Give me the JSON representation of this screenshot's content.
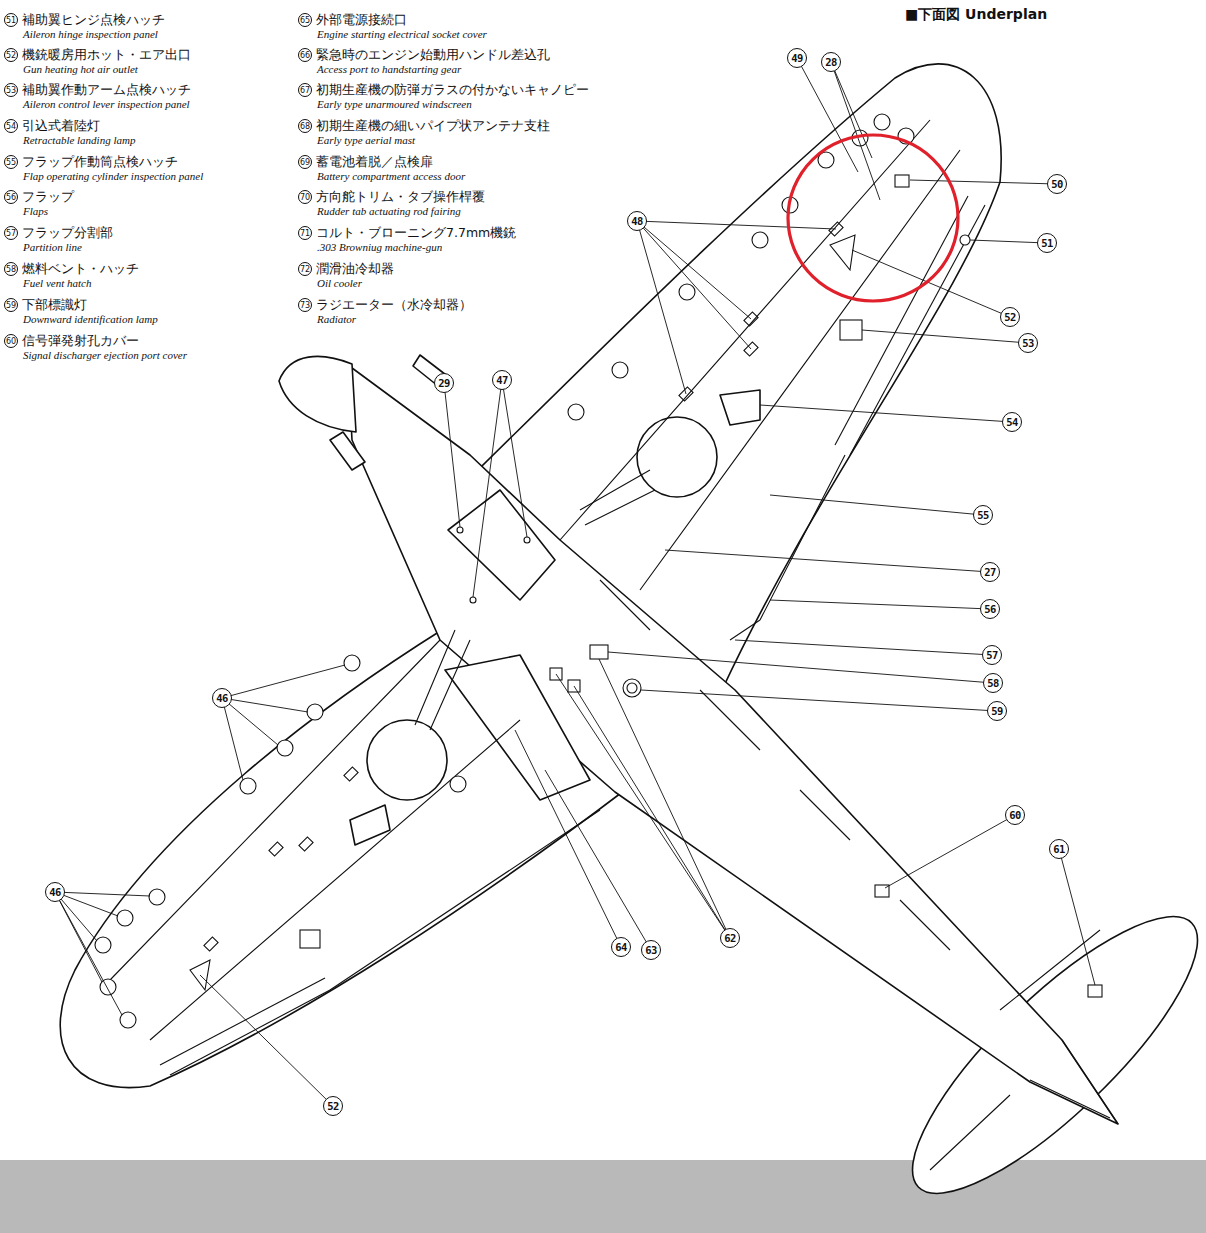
{
  "diagram": {
    "title": "■下面図 Underplan",
    "labels": [
      "51",
      "補助翼ヒンジ点検ハッチ",
      "Aileron hinge inspection panel",
      "52",
      "機銃暖房用ホット・エア出口",
      "Gun heating hot air outlet",
      "53",
      "補助翼作動アーム点検ハッチ",
      "Aileron control lever inspection panel",
      "54",
      "引込式着陸灯",
      "Retractable landing lamp",
      "55",
      "フラップ作動筒点検ハッチ",
      "Flap operating cylinder inspection panel",
      "56",
      "フラップ",
      "Flaps",
      "57",
      "フラップ分割部",
      "Partition line",
      "58",
      "燃料ベント・ハッチ",
      "Fuel vent hatch",
      "59",
      "下部標識灯",
      "Downward identification lamp",
      "60",
      "信号弾発射孔カバー",
      "Signal discharger ejection port cover",
      "65",
      "外部電源接続口",
      "Engine starting electrical socket cover",
      "66",
      "緊急時のエンジン始動用ハンドル差込孔",
      "Access port to handstarting gear",
      "67",
      "初期生産機の防弾ガラスの付かないキャノピー",
      "Early type unarmoured windscreen",
      "68",
      "初期生産機の細いパイプ状アンテナ支柱",
      "Early type aerial mast",
      "69",
      "蓄電池着脱／点検扉",
      "Battery compartment access door",
      "70",
      "方向舵トリム・タブ操作桿覆",
      "Rudder tab actuating rod fairing",
      "71",
      "コルト・ブローニング7.7mm機銃",
      ".303 Browniug machine-gun",
      "72",
      "潤滑油冷却器",
      "Oil cooler",
      "73",
      "ラジエーター（水冷却器）",
      "Radiator",
      "49",
      "28",
      "50",
      "51",
      "48",
      "52",
      "53",
      "54",
      "55",
      "27",
      "56",
      "57",
      "58",
      "59",
      "29",
      "47",
      "46",
      "46",
      "60",
      "61",
      "64",
      "63",
      "62",
      "52"
    ]
  }
}
